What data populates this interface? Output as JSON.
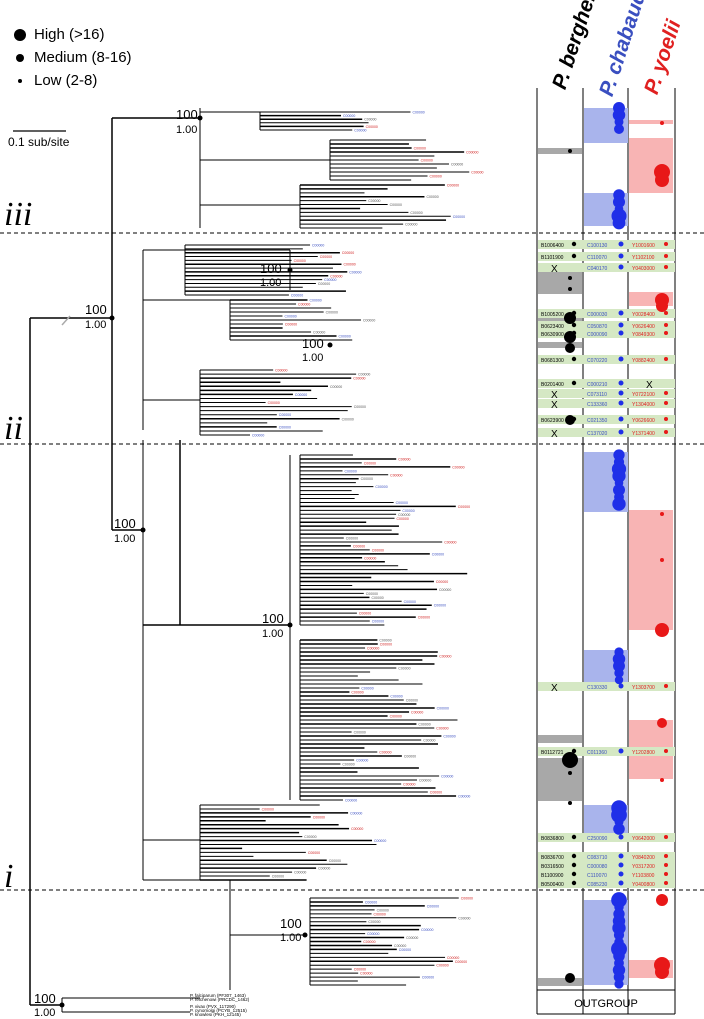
{
  "legend": {
    "items": [
      {
        "label": "High (>16)",
        "size": "large"
      },
      {
        "label": "Medium (8-16)",
        "size": "medium"
      },
      {
        "label": "Low (2-8)",
        "size": "small"
      }
    ]
  },
  "scale": {
    "label": "0.1 sub/site"
  },
  "clades": {
    "i": "i",
    "ii": "ii",
    "iii": "iii"
  },
  "columns": {
    "berghei": {
      "label": "P. berghei",
      "color": "#000000"
    },
    "chabaudi": {
      "label": "P. chabaudi",
      "color": "#3a4fc0"
    },
    "yoelii": {
      "label": "P. yoelii",
      "color": "#e02020"
    }
  },
  "nodes": {
    "root_outgroup": {
      "bootstrap": "100",
      "posterior": "1.00"
    },
    "clade_ii": {
      "bootstrap": "100",
      "posterior": "1.00"
    },
    "clade_i": {
      "bootstrap": "100",
      "posterior": "1.00"
    },
    "clade_iii": {
      "bootstrap": "100",
      "posterior": "1.00"
    },
    "sub_ii_a": {
      "bootstrap": "100",
      "posterior": "1.00"
    },
    "sub_ii_b": {
      "bootstrap": "100",
      "posterior": "1.00"
    },
    "sub_i_a": {
      "bootstrap": "100",
      "posterior": "1.00"
    },
    "sub_i_b": {
      "bootstrap": "100",
      "posterior": "1.00"
    }
  },
  "outgroup_taxa": [
    "P. falciparum (PF307_1463)",
    "P. reichenowi (PRCDC_1462)",
    "P. vivax (PVX_117290)",
    "P. cynomolgi (PCYB_12515)",
    "P. knowlesi (PKH_12145)"
  ],
  "outgroup_label": "OUTGROUP",
  "table_rows": [
    {
      "b": "B1006400",
      "c": "C100130",
      "y": "Y1001600"
    },
    {
      "b": "B1101900",
      "c": "C110070",
      "y": "Y1102100"
    },
    {
      "b": "X",
      "c": "C040170",
      "y": "Y0403000"
    },
    {
      "b": "B1005200",
      "c": "C000030",
      "y": "Y0028400"
    },
    {
      "b": "B0623400",
      "c": "C050870",
      "y": "Y0626400"
    },
    {
      "b": "B0630900",
      "c": "C000090",
      "y": "Y0849300"
    },
    {
      "b": "B0681300",
      "c": "C070220",
      "y": "Y0882400"
    },
    {
      "b": "B0201400",
      "c": "C000210",
      "y": "X"
    },
    {
      "b": "X",
      "c": "C073110",
      "y": "Y0722100"
    },
    {
      "b": "X",
      "c": "C133360",
      "y": "Y1304000"
    },
    {
      "b": "B0623900",
      "c": "C021350",
      "y": "Y0626600"
    },
    {
      "b": "X",
      "c": "C137020",
      "y": "Y1371400"
    },
    {
      "b": "X",
      "c": "C130330",
      "y": "Y1303700"
    },
    {
      "b": "B0112721",
      "c": "C011360",
      "y": "Y1202800"
    },
    {
      "b": "B0836800",
      "c": "C250090",
      "y": "Y0642000"
    },
    {
      "b": "B0836700",
      "c": "C083710",
      "y": "Y0840200"
    },
    {
      "b": "B0316500",
      "c": "C000080",
      "y": "Y0317200"
    },
    {
      "b": "B1100900",
      "c": "C110070",
      "y": "Y1103800"
    },
    {
      "b": "B0500400",
      "c": "C085230",
      "y": "Y0400800"
    }
  ]
}
